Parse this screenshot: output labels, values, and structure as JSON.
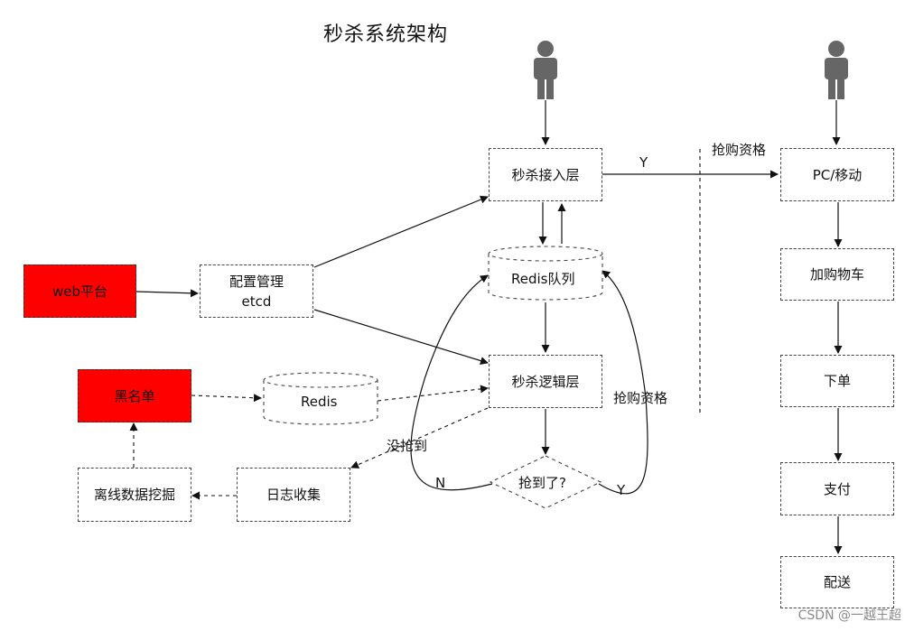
{
  "title": "秒杀系统架构",
  "nodes": {
    "seckill_access": "秒杀接入层",
    "redis_queue": "Redis队列",
    "seckill_logic": "秒杀逻辑层",
    "grabbed_decision": "抢到了?",
    "config_line1": "配置管理",
    "config_line2": "etcd",
    "web_platform": "web平台",
    "blacklist": "黑名单",
    "redis": "Redis",
    "log_collect": "日志收集",
    "offline_mining": "离线数据挖掘",
    "pc_mobile": "PC/移动",
    "add_cart": "加购物车",
    "place_order": "下单",
    "pay": "支付",
    "deliver": "配送"
  },
  "labels": {
    "y_top": "Y",
    "qualification_top": "抢购资格",
    "qualification_mid": "抢购资格",
    "not_grabbed": "没抢到",
    "n": "N",
    "y_bottom": "Y"
  },
  "watermark": "CSDN @一越王超",
  "colors": {
    "highlight": "#ff0000",
    "person": "#666666"
  }
}
